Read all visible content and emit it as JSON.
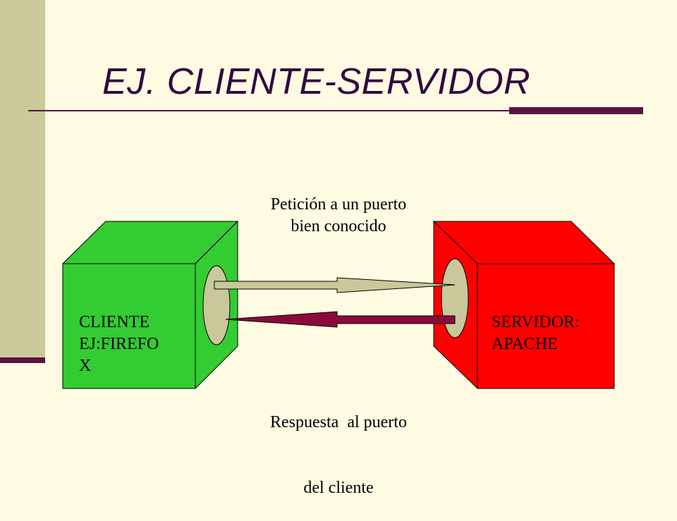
{
  "slide": {
    "title": "EJ. CLIENTE-SERVIDOR"
  },
  "client": {
    "label_lines": [
      "CLIENTE",
      "EJ:FIREFO",
      "X"
    ],
    "color": "#33cc33"
  },
  "server": {
    "label_lines": [
      "SERVIDOR:",
      "APACHE"
    ],
    "color": "#ff0000"
  },
  "request": {
    "label_lines": [
      "Petición a un puerto",
      "bien conocido"
    ],
    "arrow_color": "#c8c89a"
  },
  "response": {
    "label_lines": [
      "Respuesta  al puerto",
      "del cliente"
    ],
    "arrow_color": "#8b0a3a"
  },
  "colors": {
    "background": "#fffbe3",
    "accent": "#5a1242",
    "side_bar": "#cbc89a",
    "title": "#330a3f",
    "port": "#c8c89a"
  }
}
